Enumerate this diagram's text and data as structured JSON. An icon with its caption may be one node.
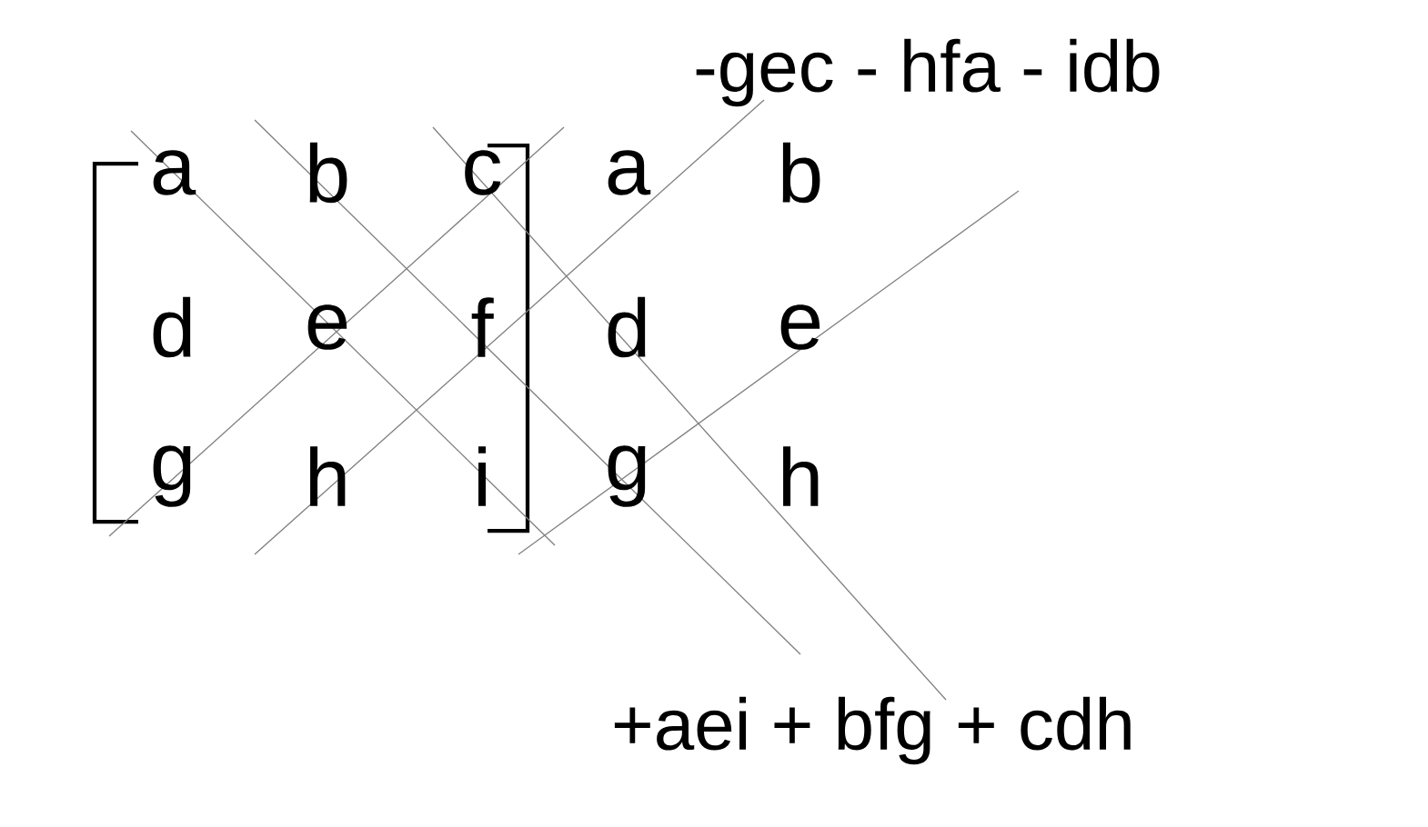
{
  "diagram": {
    "labels": [
      "-gec - hfa - idb",
      "a",
      "b",
      "c",
      "a",
      "b",
      "d",
      "e",
      "f",
      "d",
      "e",
      "g",
      "h",
      "i",
      "g",
      "h",
      "+aei + bfg + cdh"
    ]
  }
}
